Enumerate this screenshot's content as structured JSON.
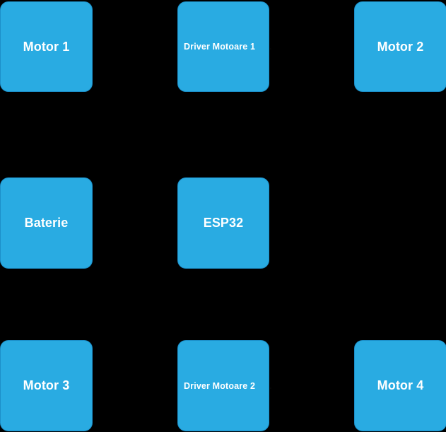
{
  "diagram": {
    "type": "block-diagram",
    "background_color": "#000000",
    "node_fill_color": "#29ABE2",
    "node_border_color": "#1C8FC9",
    "node_text_color": "#FFFFFF",
    "grid": {
      "columns": 3,
      "rows": 3
    },
    "nodes": [
      {
        "id": "motor-1",
        "label": "Motor 1",
        "column": "left",
        "row": "top"
      },
      {
        "id": "driver-1",
        "label": "Driver Motoare 1",
        "column": "mid",
        "row": "top",
        "overflow_glyph": "."
      },
      {
        "id": "motor-2",
        "label": "Motor 2",
        "column": "right",
        "row": "top"
      },
      {
        "id": "baterie",
        "label": "Baterie",
        "column": "left",
        "row": "middle"
      },
      {
        "id": "esp32",
        "label": "ESP32",
        "column": "mid",
        "row": "middle"
      },
      {
        "id": "motor-3",
        "label": "Motor 3",
        "column": "left",
        "row": "bottom"
      },
      {
        "id": "driver-2",
        "label": "Driver Motoare 2",
        "column": "mid",
        "row": "bottom",
        "overflow_glyph": "."
      },
      {
        "id": "motor-4",
        "label": "Motor 4",
        "column": "right",
        "row": "bottom"
      }
    ]
  }
}
